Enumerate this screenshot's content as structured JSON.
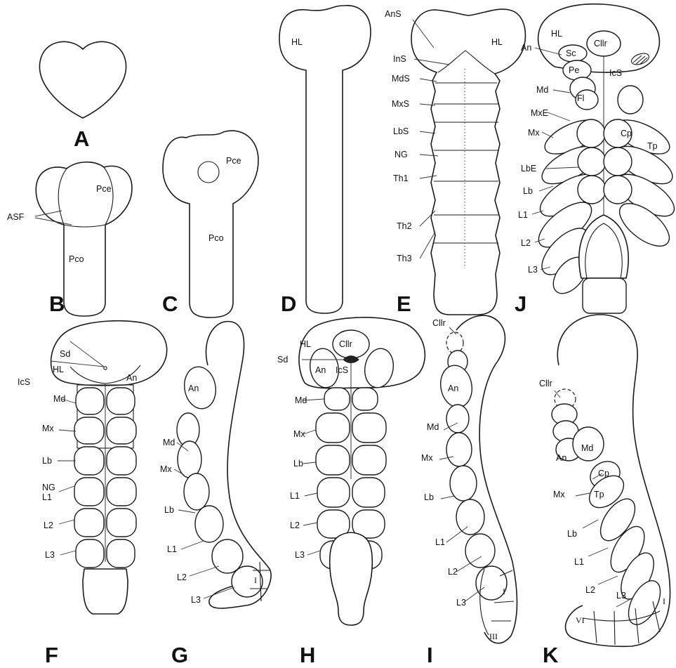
{
  "panels": {
    "A": "A",
    "B": "B",
    "C": "C",
    "D": "D",
    "E": "E",
    "F": "F",
    "G": "G",
    "H": "H",
    "I": "I",
    "J": "J",
    "K": "K"
  },
  "labels": {
    "B": {
      "asf": "ASF",
      "pce": "Pce",
      "pco": "Pco"
    },
    "C": {
      "pce": "Pce",
      "pco": "Pco"
    },
    "D": {
      "hl": "HL"
    },
    "E": {
      "ans": "AnS",
      "hl": "HL",
      "ins": "InS",
      "mds": "MdS",
      "mxs": "MxS",
      "lbs": "LbS",
      "ng": "NG",
      "th1": "Th1",
      "th2": "Th2",
      "th3": "Th3"
    },
    "J": {
      "hl": "HL",
      "an": "An",
      "sc": "Sc",
      "cllr": "Cllr",
      "pe": "Pe",
      "ics": "IcS",
      "md": "Md",
      "fl": "Fl",
      "mxe": "MxE",
      "mx": "Mx",
      "cp": "Cp",
      "tp": "Tp",
      "lbe": "LbE",
      "lb": "Lb",
      "l1": "L1",
      "l2": "L2",
      "l3": "L3"
    },
    "F": {
      "sd": "Sd",
      "hl": "HL",
      "ics": "IcS",
      "an": "An",
      "md": "Md",
      "mx": "Mx",
      "lb": "Lb",
      "ng": "NG",
      "l1": "L1",
      "l2": "L2",
      "l3": "L3"
    },
    "G": {
      "an": "An",
      "md": "Md",
      "mx": "Mx",
      "lb": "Lb",
      "l1": "L1",
      "l2": "L2",
      "l3": "L3",
      "seg1": "I"
    },
    "H": {
      "hl": "HL",
      "cllr": "Cllr",
      "sd": "Sd",
      "an": "An",
      "ics": "IcS",
      "md": "Md",
      "mx": "Mx",
      "lb": "Lb",
      "l1": "L1",
      "l2": "L2",
      "l3": "L3"
    },
    "I": {
      "cllr": "Cllr",
      "an": "An",
      "md": "Md",
      "mx": "Mx",
      "lb": "Lb",
      "l1": "L1",
      "l2": "L2",
      "l3": "L3",
      "seg1": "I",
      "seg3": "III"
    },
    "K": {
      "cllr": "Cllr",
      "md": "Md",
      "an": "An",
      "cp": "Cp",
      "mx": "Mx",
      "tp": "Tp",
      "lb": "Lb",
      "l1": "L1",
      "l2": "L2",
      "l3": "L3",
      "seg1": "I",
      "seg6": "VI"
    }
  }
}
